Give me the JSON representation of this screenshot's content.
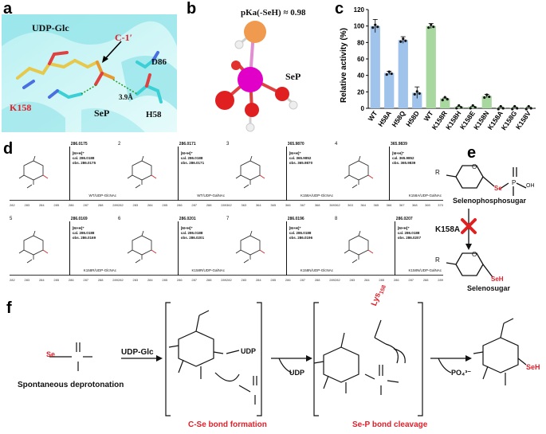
{
  "panels": {
    "a": {
      "letter": "a",
      "labels": {
        "udp_glc": "UDP-Glc",
        "c1": "C-1′",
        "d86": "D86",
        "k158": "K158",
        "sep": "SeP",
        "h58": "H58",
        "dist": "3.9Å"
      }
    },
    "b": {
      "letter": "b",
      "pka": "pKa(-SeH) ≈ 0.98",
      "sep": "SeP"
    },
    "c": {
      "letter": "c"
    },
    "d": {
      "letter": "d",
      "spectra": [
        {
          "idx": "1",
          "peak": "286.0175",
          "ion": "[M+H]⁺",
          "cal": "cal. 286.0188",
          "obs": "obs. 286.0175",
          "name": "WT/UDP-GlcNAc",
          "ticks": [
            "282",
            "283",
            "284",
            "285",
            "286",
            "287",
            "288",
            "289"
          ],
          "peak_frac": 0.55
        },
        {
          "idx": "2",
          "peak": "286.0171",
          "ion": "[M+H]⁺",
          "cal": "cal. 286.0188",
          "obs": "obs. 286.0171",
          "name": "WT/UDP-GalNAc",
          "ticks": [
            "282",
            "283",
            "284",
            "285",
            "286",
            "287",
            "288",
            "289"
          ],
          "peak_frac": 0.55
        },
        {
          "idx": "3",
          "peak": "365.9870",
          "ion": "[M+H]⁺",
          "cal": "cal. 365.9852",
          "obs": "obs. 365.9870",
          "name": "K158A/UDP-GlcNAc",
          "ticks": [
            "362",
            "363",
            "364",
            "365",
            "366",
            "367",
            "368",
            "369"
          ],
          "peak_frac": 0.55
        },
        {
          "idx": "4",
          "peak": "365.9839",
          "ion": "[M+H]⁺",
          "cal": "cal. 365.9852",
          "obs": "obs. 365.9839",
          "name": "K158A/UDP-GalNAc",
          "ticks": [
            "362",
            "363",
            "364",
            "365",
            "366",
            "367",
            "368",
            "369",
            "370"
          ],
          "peak_frac": 0.5
        },
        {
          "idx": "5",
          "peak": "286.0169",
          "ion": "[M+H]⁺",
          "cal": "cal. 286.0188",
          "obs": "obs. 286.0169",
          "name": "K158R/UDP-GlcNAc",
          "ticks": [
            "282",
            "283",
            "284",
            "285",
            "286",
            "287",
            "288",
            "289"
          ],
          "peak_frac": 0.55
        },
        {
          "idx": "6",
          "peak": "286.0201",
          "ion": "[M+H]⁺",
          "cal": "cal. 286.0188",
          "obs": "obs. 286.0201",
          "name": "K158R/UDP-GalNAc",
          "ticks": [
            "282",
            "283",
            "284",
            "285",
            "286",
            "287",
            "288",
            "289"
          ],
          "peak_frac": 0.55
        },
        {
          "idx": "7",
          "peak": "286.0196",
          "ion": "[M+H]⁺",
          "cal": "cal. 286.0188",
          "obs": "obs. 286.0196",
          "name": "K158N/UDP-GlcNAc",
          "ticks": [
            "282",
            "283",
            "284",
            "285",
            "286",
            "287",
            "288",
            "289"
          ],
          "peak_frac": 0.55
        },
        {
          "idx": "8",
          "peak": "286.0207",
          "ion": "[M+H]⁺",
          "cal": "cal. 286.0188",
          "obs": "obs. 286.0207",
          "name": "K158N/UDP-GalNAc",
          "ticks": [
            "282",
            "283",
            "284",
            "285",
            "286",
            "287",
            "288",
            "289"
          ],
          "peak_frac": 0.55
        }
      ]
    },
    "e": {
      "letter": "e",
      "top": "Selenophosphosugar",
      "mutant": "K158A",
      "bottom": "Selenosugar",
      "se": "Se",
      "seh": "SeH",
      "r": "R",
      "o": "O",
      "p": "P",
      "oh": "OH"
    },
    "f": {
      "letter": "f",
      "deprot": "Spontaneous deprotonation",
      "udp_glc": "UDP-Glc",
      "udp_leave": "UDP",
      "phosphate": "PO₄³⁻",
      "cse": "C-Se bond formation",
      "sep_cleave": "Se-P bond cleavage",
      "lys": "Lys",
      "lys_num": "158",
      "udp_label": "UDP",
      "seh": "SeH"
    }
  },
  "chart_data": {
    "type": "bar",
    "ylabel": "Relative activity (%)",
    "ylim": [
      0,
      120
    ],
    "yticks": [
      0,
      20,
      40,
      60,
      80,
      100,
      120
    ],
    "categories": [
      "WT",
      "H58A",
      "H58Q",
      "H58D",
      "WT",
      "K158R",
      "K158H",
      "K158E",
      "K158N",
      "K158A",
      "K158G",
      "K158V"
    ],
    "values": [
      100,
      43,
      83,
      19,
      100,
      12,
      2,
      2,
      15,
      1,
      1,
      1
    ],
    "errors": [
      8,
      2,
      4,
      7,
      3,
      0.5,
      0.5,
      0.5,
      2,
      0.3,
      0.3,
      0.3
    ],
    "colors": [
      "#9fc3ea",
      "#9fc3ea",
      "#9fc3ea",
      "#9fc3ea",
      "#a8d8a0",
      "#a8d8a0",
      "#a8d8a0",
      "#a8d8a0",
      "#a8d8a0",
      "#a8d8a0",
      "#a8d8a0",
      "#a8d8a0"
    ]
  }
}
